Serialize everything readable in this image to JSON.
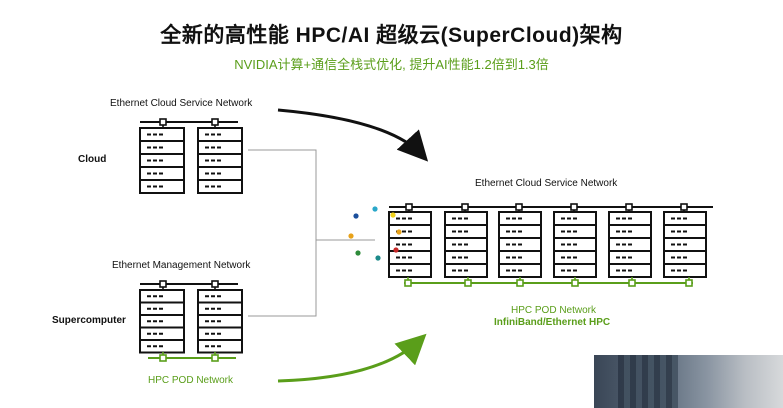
{
  "slide": {
    "title": "全新的高性能 HPC/AI 超级云(SuperCloud)架构",
    "subtitle": "NVIDIA计算+通信全栈式优化, 提升AI性能1.2倍到1.3倍"
  },
  "left": {
    "cloud_network_label": "Ethernet Cloud Service Network",
    "cloud_label": "Cloud",
    "mgmt_network_label": "Ethernet Management  Network",
    "supercomputer_label": "Supercomputer",
    "hpc_network_label": "HPC POD Network"
  },
  "right": {
    "cloud_network_label": "Ethernet Cloud Service Network",
    "hpc_network_label": "HPC POD Network",
    "fabric_label": "InfiniBand/Ethernet HPC"
  },
  "colors": {
    "accent_green": "#5a9e1a",
    "dots": [
      "#1b4f9c",
      "#2aa7c9",
      "#e8a21a",
      "#c62828",
      "#2e8b3a",
      "#1c8a8a",
      "#f2d21a"
    ]
  },
  "icons": {
    "rack": "server-rack-icon",
    "switch": "network-switch-icon",
    "arrow": "curved-arrow-icon"
  }
}
